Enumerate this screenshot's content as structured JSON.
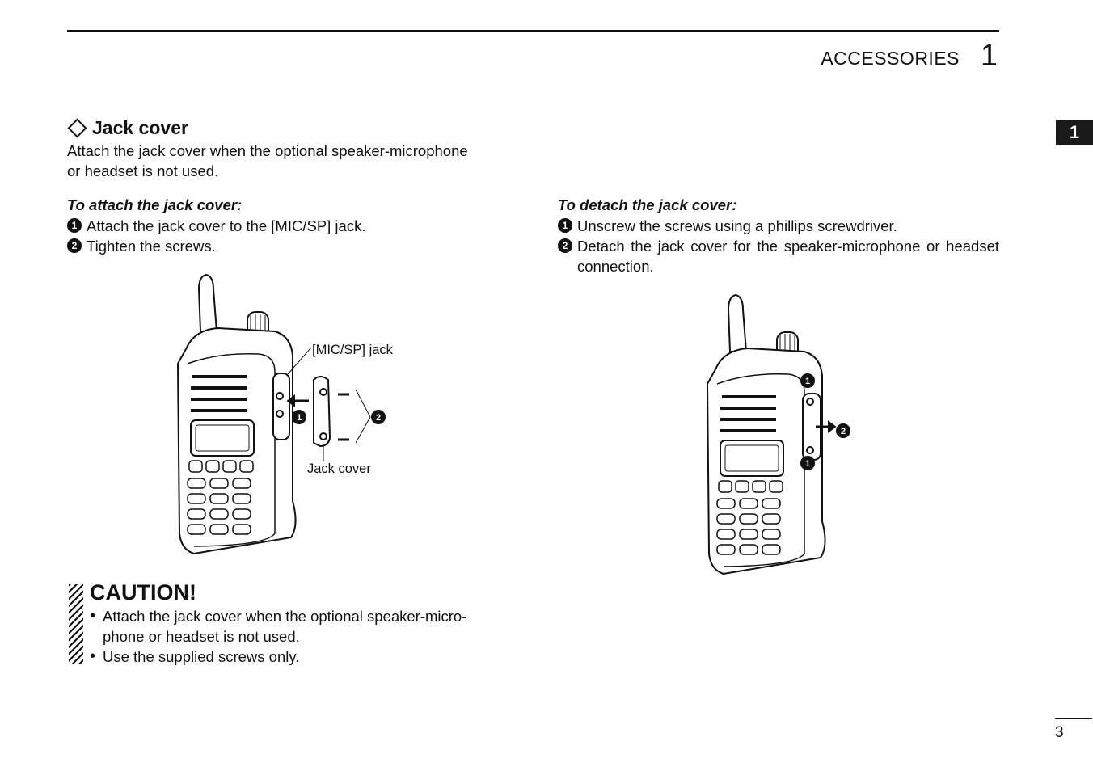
{
  "header": {
    "section": "ACCESSORIES",
    "chapter_number": "1"
  },
  "side_tab": "1",
  "jack_cover": {
    "title": "Jack cover",
    "intro_line1": "Attach the jack cover when the optional speaker-microphone",
    "intro_line2": "or headset is not used."
  },
  "attach": {
    "heading": "To attach the jack cover:",
    "steps": [
      {
        "marker": "1",
        "text": "Attach the jack cover to the [MIC/SP] jack."
      },
      {
        "marker": "2",
        "text": "Tighten the screws."
      }
    ],
    "callout_jack": "[MIC/SP] jack",
    "callout_cover": "Jack cover"
  },
  "detach": {
    "heading": "To detach the jack cover:",
    "steps": [
      {
        "marker": "1",
        "text": "Unscrew the screws using a phillips screwdriver."
      },
      {
        "marker": "2",
        "text": "Detach the jack cover for the speaker-microphone or headset connection."
      }
    ]
  },
  "caution": {
    "title": "CAUTION!",
    "items": [
      "Attach the jack cover when the optional speaker-micro-phone or headset is not used.",
      "Use the supplied screws only."
    ],
    "item1_line1": "Attach the jack cover when the optional speaker-micro-",
    "item1_line2": "phone or headset is not used."
  },
  "page_number": "3"
}
